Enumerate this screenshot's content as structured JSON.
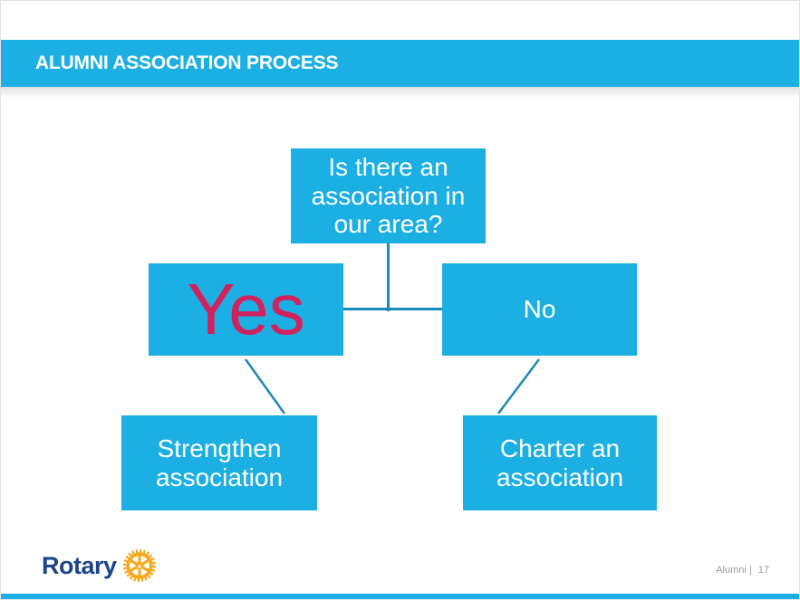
{
  "slide": {
    "header": {
      "title": "ALUMNI ASSOCIATION PROCESS"
    },
    "flowchart": {
      "question": "Is there an\nassociation in\nour area?",
      "yes": "Yes",
      "no": "No",
      "strengthen": "Strengthen\nassociation",
      "charter": "Charter an\nassociation"
    },
    "footer": {
      "logo_text": "Rotary",
      "page_label": "Alumni |",
      "page_number": "17"
    }
  },
  "icons": {
    "rotary_wheel": "rotary-wheel-icon"
  },
  "colors": {
    "accent_cyan": "#1CAFE3",
    "connector_blue": "#1C89B8",
    "yes_pink": "#D3215D",
    "rotary_blue": "#1B4489",
    "rotary_gold": "#F7A81B",
    "footer_gray": "#9A9A9A"
  }
}
